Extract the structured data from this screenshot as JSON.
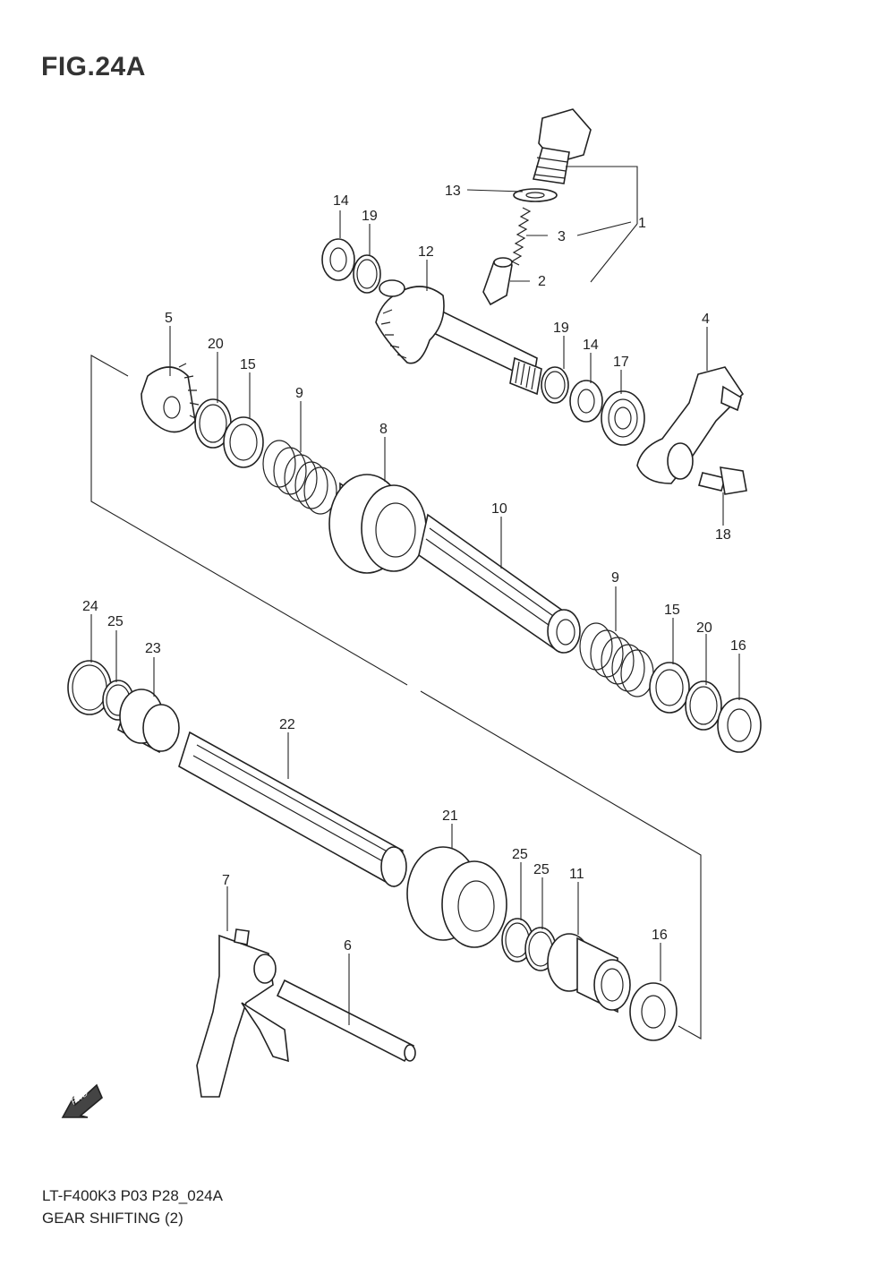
{
  "figure": {
    "title": "FIG.24A",
    "code": "LT-F400K3 P03 P28_024A",
    "caption": "GEAR SHIFTING (2)",
    "fwd_label": "FWD"
  },
  "callouts": [
    {
      "id": "c1",
      "label": "1"
    },
    {
      "id": "c2",
      "label": "2"
    },
    {
      "id": "c3",
      "label": "3"
    },
    {
      "id": "c4",
      "label": "4"
    },
    {
      "id": "c5",
      "label": "5"
    },
    {
      "id": "c6",
      "label": "6"
    },
    {
      "id": "c7",
      "label": "7"
    },
    {
      "id": "c8",
      "label": "8"
    },
    {
      "id": "c9a",
      "label": "9"
    },
    {
      "id": "c9b",
      "label": "9"
    },
    {
      "id": "c10",
      "label": "10"
    },
    {
      "id": "c11",
      "label": "11"
    },
    {
      "id": "c12",
      "label": "12"
    },
    {
      "id": "c13",
      "label": "13"
    },
    {
      "id": "c14a",
      "label": "14"
    },
    {
      "id": "c14b",
      "label": "14"
    },
    {
      "id": "c15a",
      "label": "15"
    },
    {
      "id": "c15b",
      "label": "15"
    },
    {
      "id": "c16a",
      "label": "16"
    },
    {
      "id": "c16b",
      "label": "16"
    },
    {
      "id": "c17",
      "label": "17"
    },
    {
      "id": "c18",
      "label": "18"
    },
    {
      "id": "c19a",
      "label": "19"
    },
    {
      "id": "c19b",
      "label": "19"
    },
    {
      "id": "c20a",
      "label": "20"
    },
    {
      "id": "c20b",
      "label": "20"
    },
    {
      "id": "c21",
      "label": "21"
    },
    {
      "id": "c22",
      "label": "22"
    },
    {
      "id": "c23",
      "label": "23"
    },
    {
      "id": "c24",
      "label": "24"
    },
    {
      "id": "c25a",
      "label": "25"
    },
    {
      "id": "c25b",
      "label": "25"
    },
    {
      "id": "c25c",
      "label": "25"
    }
  ]
}
